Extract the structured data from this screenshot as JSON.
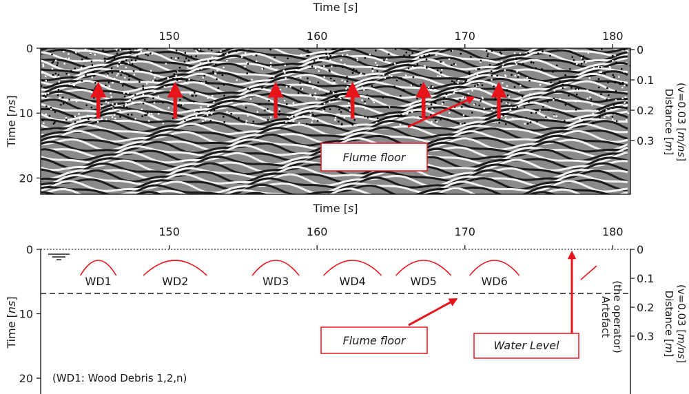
{
  "top_panel": {
    "x_axis_title_text": "Time",
    "x_axis_unit": "s",
    "x_ticks": [
      150,
      160,
      170,
      180
    ],
    "x_range": [
      141.3,
      181.2
    ],
    "y_left_title_text": "Time",
    "y_left_unit": "ns",
    "y_left_ticks": [
      0,
      10,
      20
    ],
    "y_left_range": [
      0,
      22.5
    ],
    "y_right_title_line1": "Distance",
    "y_right_unit1": "m",
    "y_right_title_line2": "(v=0.03",
    "y_right_unit2": "m/ns",
    "y_right_ticks": [
      "0",
      "0.1",
      "0.2",
      "0.3"
    ],
    "arrow_times_s": [
      145.2,
      150.4,
      157.2,
      162.4,
      167.2,
      172.3
    ],
    "callout_text": "Flume floor"
  },
  "bottom_panel": {
    "x_axis_title_text": "Time",
    "x_axis_unit": "s",
    "x_ticks": [
      150,
      160,
      170,
      180
    ],
    "y_left_title_text": "Time",
    "y_left_unit": "ns",
    "y_left_ticks": [
      0,
      10,
      20
    ],
    "y_right_title_line1": "Distance",
    "y_right_unit1": "m",
    "y_right_title_line2": "(v=0.03",
    "y_right_unit2": "m/ns",
    "y_right_ticks": [
      "0",
      "0.1",
      "0.2",
      "0.3"
    ],
    "debris_labels": [
      "WD1",
      "WD2",
      "WD3",
      "WD4",
      "WD5",
      "WD6"
    ],
    "flume_callout_text": "Flume floor",
    "water_callout_text": "Water Level",
    "artefact_line1": "Artefact",
    "artefact_line2": "(the operator)",
    "note_text": "(WD1: Wood Debris 1,2,n)"
  },
  "colors": {
    "accent_red": "#e8141b",
    "axis": "#1a1a1a",
    "radargram_light": "#f2f2f2",
    "radargram_dark": "#1c1c1c"
  }
}
